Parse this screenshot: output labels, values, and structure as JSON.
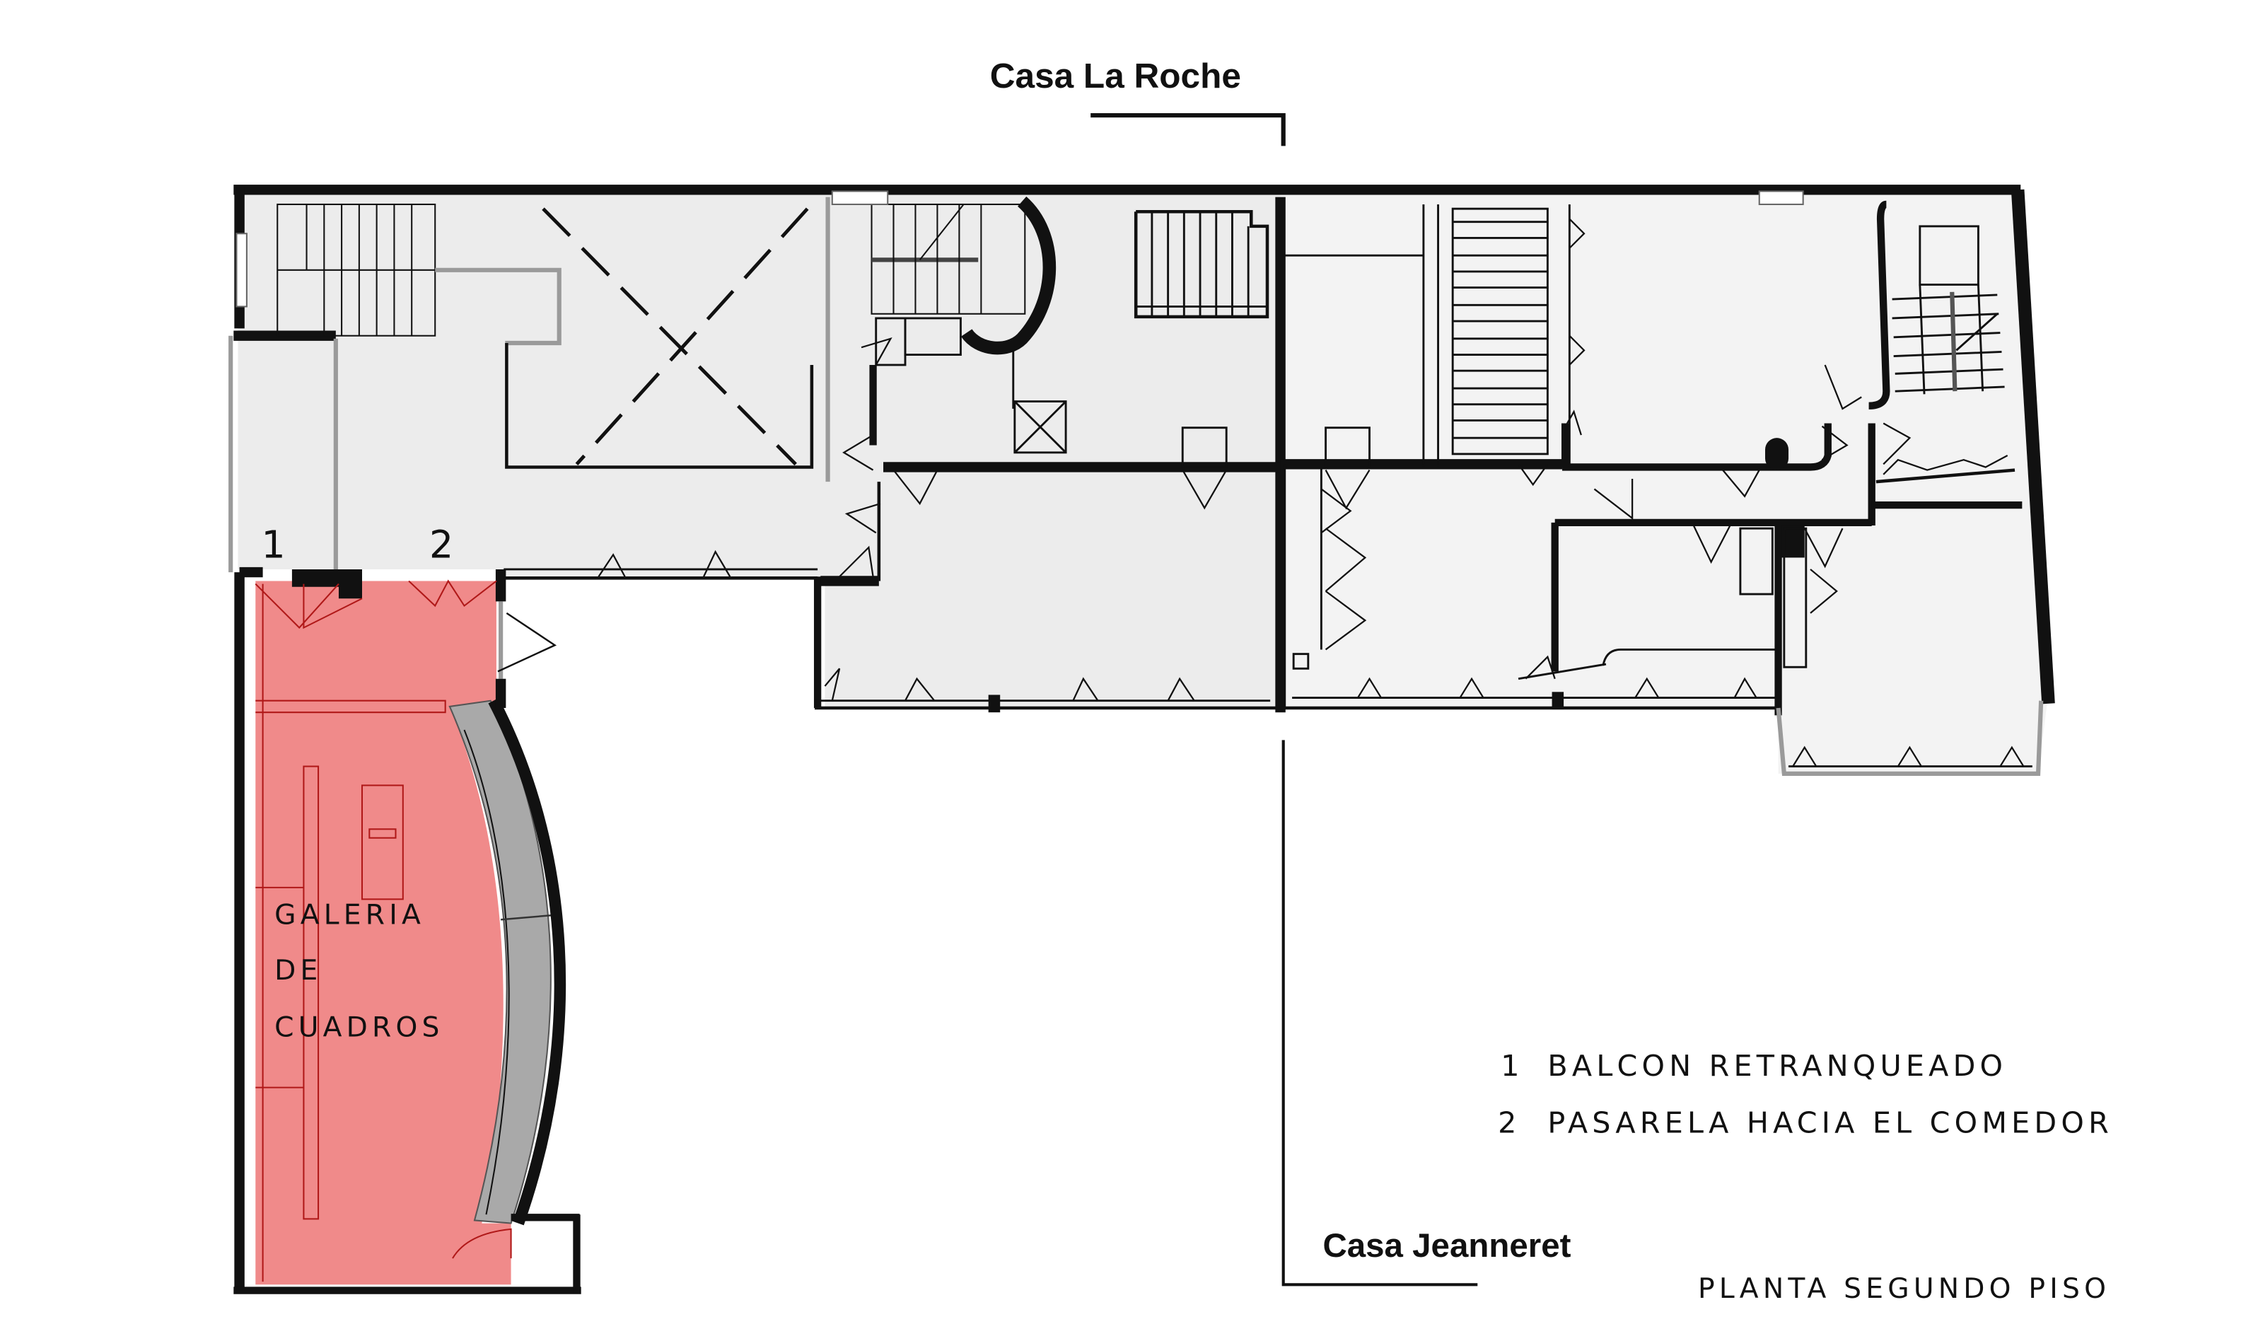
{
  "labels": {
    "casa_la_roche": "Casa La Roche",
    "casa_jeanneret": "Casa Jeanneret",
    "plan_title": "PLANTA SEGUNDO PISO",
    "gallery_line1": "GALERIA",
    "gallery_line2": "DE",
    "gallery_line3": "CUADROS",
    "marker_1": "1",
    "marker_2": "2"
  },
  "legend": {
    "items": [
      {
        "number": "1",
        "text": "BALCON RETRANQUEADO"
      },
      {
        "number": "2",
        "text": "PASARELA HACIA EL COMEDOR"
      }
    ]
  },
  "colors": {
    "highlight": "#f08a8a",
    "wall": "#111111",
    "floor": "#ececec",
    "ramp": "#a9a9a9"
  }
}
